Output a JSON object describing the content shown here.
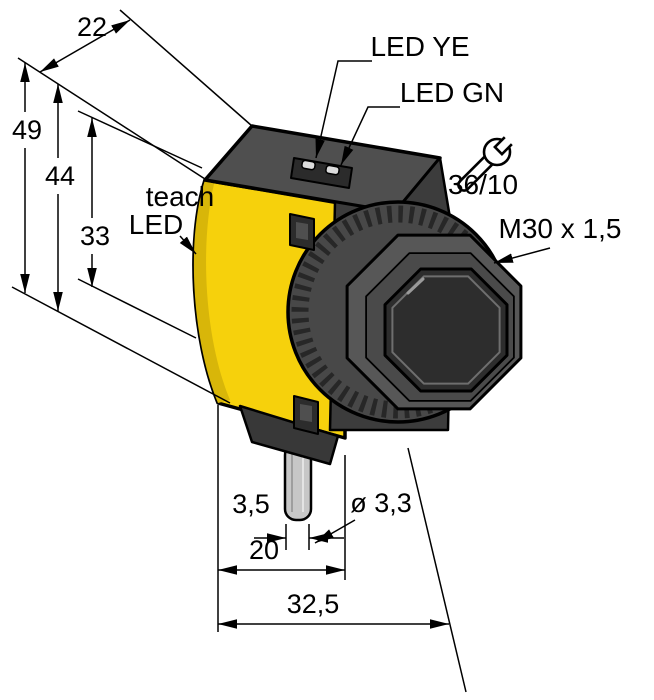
{
  "dimensions": {
    "top_depth": "22",
    "height_total": "49",
    "height_front": "44",
    "height_barrel": "33",
    "cable_width": "3,5",
    "width_front": "20",
    "width_total": "32,5",
    "cable_diameter": "ø 3,3"
  },
  "labels": {
    "led_yellow": "LED YE",
    "led_green": "LED GN",
    "teach_line1": "teach",
    "teach_line2": "LED",
    "torque_spec": "36/10",
    "thread_spec": "M30 x 1,5"
  },
  "colors": {
    "housing_yellow": "#f6d10c",
    "body_gray": "#4f4f4f",
    "lens_dark": "#2d2d2d",
    "cable_gray": "#c7c7c7"
  }
}
